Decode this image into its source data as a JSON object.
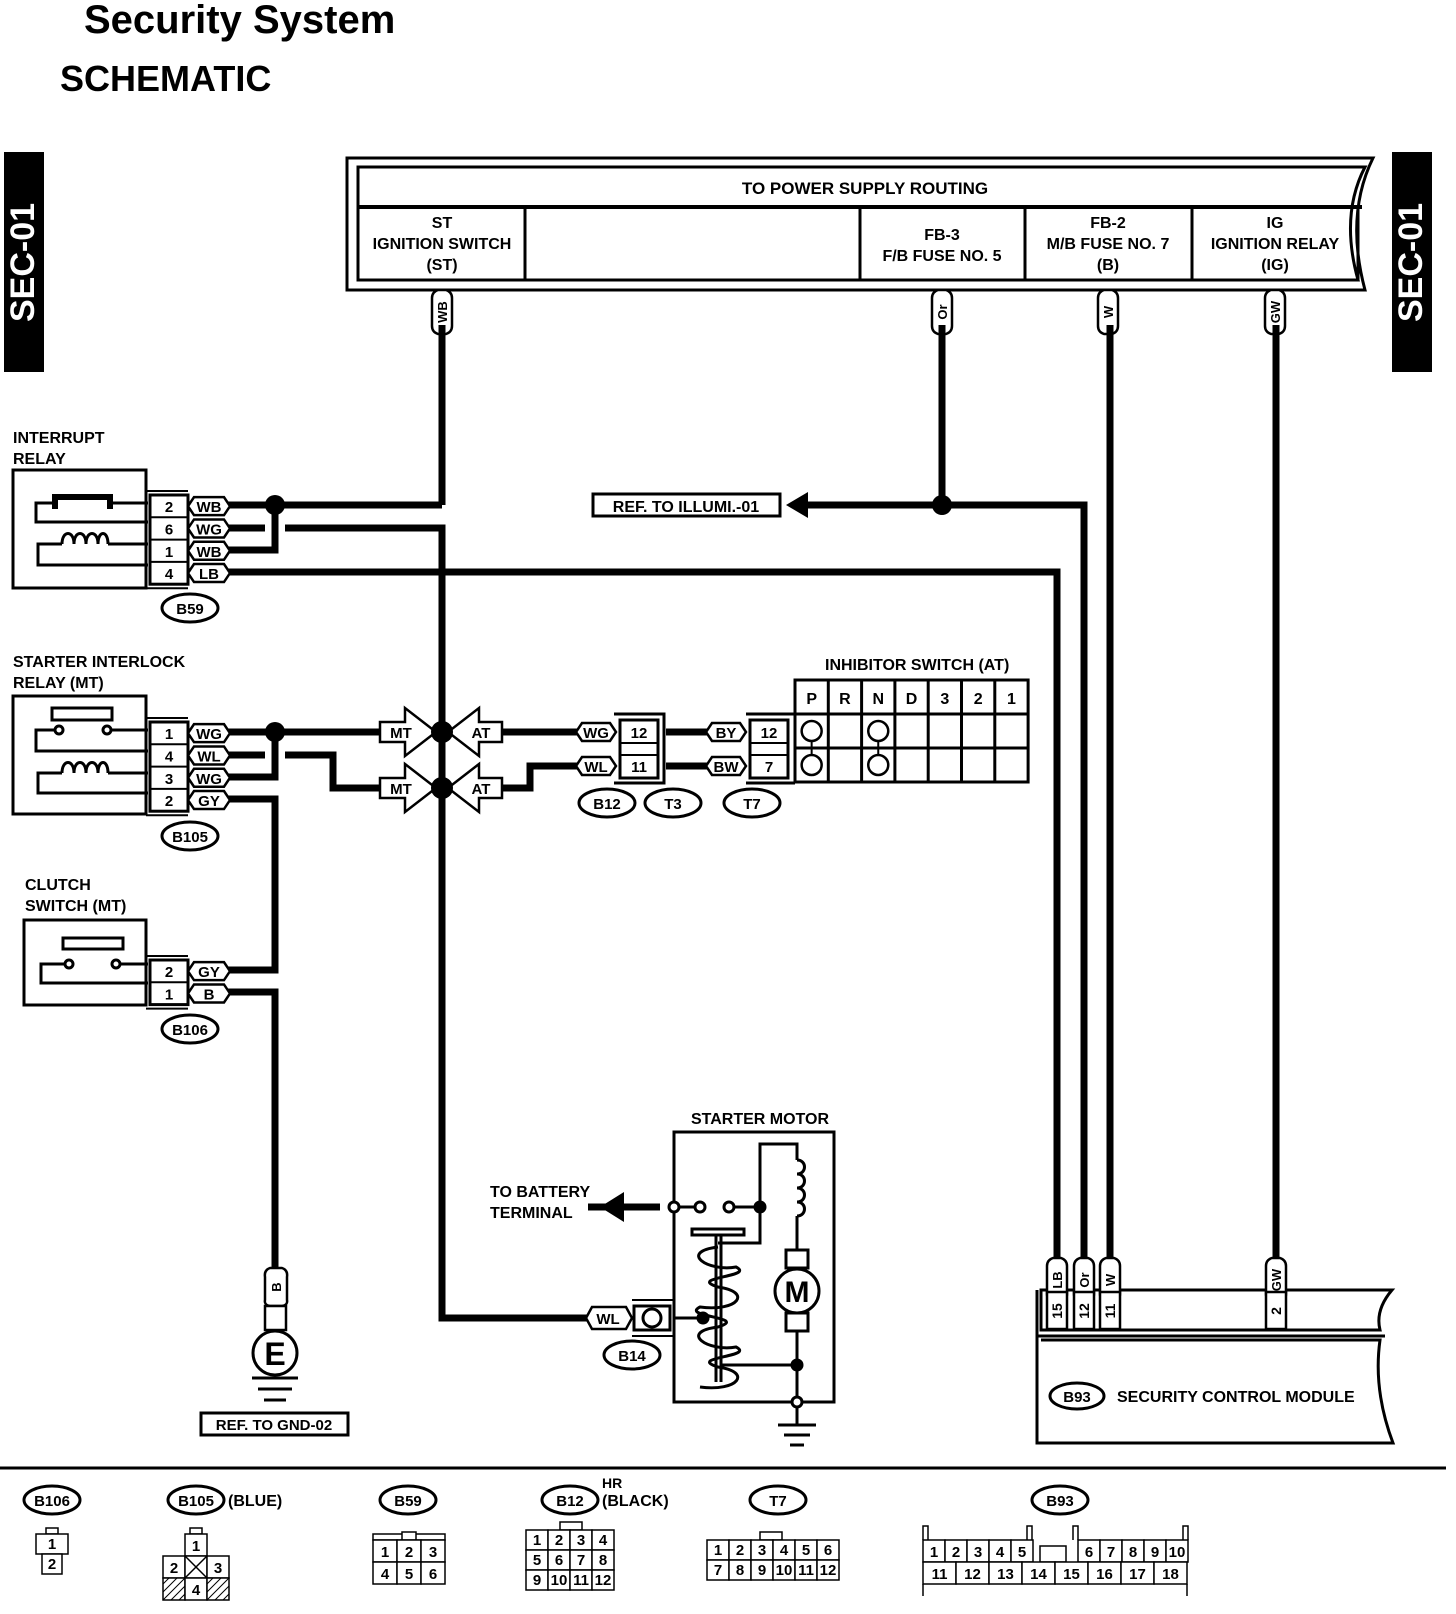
{
  "header": {
    "title": "Security System",
    "subtitle": "SCHEMATIC"
  },
  "side_tabs": {
    "left": "SEC-01",
    "right": "SEC-01"
  },
  "power_supply": {
    "title": "TO POWER SUPPLY ROUTING",
    "cells": [
      {
        "lines": [
          "ST",
          "IGNITION SWITCH",
          "(ST)"
        ],
        "wire": "WB"
      },
      {
        "lines": [],
        "wire": ""
      },
      {
        "lines": [
          "FB-3",
          "F/B FUSE NO. 5"
        ],
        "wire": "Or"
      },
      {
        "lines": [
          "FB-2",
          "M/B FUSE NO. 7",
          "(B)"
        ],
        "wire": "W"
      },
      {
        "lines": [
          "IG",
          "IGNITION RELAY",
          "(IG)"
        ],
        "wire": "GW"
      }
    ]
  },
  "interrupt_relay": {
    "label_lines": [
      "INTERRUPT",
      "RELAY"
    ],
    "connector": "B59",
    "pins": [
      {
        "pin": "2",
        "wire": "WB"
      },
      {
        "pin": "6",
        "wire": "WG"
      },
      {
        "pin": "1",
        "wire": "WB"
      },
      {
        "pin": "4",
        "wire": "LB"
      }
    ]
  },
  "ref_illumi": "REF. TO ILLUMI.-01",
  "starter_interlock_relay": {
    "label_lines": [
      "STARTER INTERLOCK",
      "RELAY (MT)"
    ],
    "connector": "B105",
    "pins": [
      {
        "pin": "1",
        "wire": "WG"
      },
      {
        "pin": "4",
        "wire": "WL"
      },
      {
        "pin": "3",
        "wire": "WG"
      },
      {
        "pin": "2",
        "wire": "GY"
      }
    ]
  },
  "mt_at_junctions": [
    {
      "left": "MT",
      "right": "AT"
    },
    {
      "left": "MT",
      "right": "AT"
    }
  ],
  "b12_connector": {
    "connectors": [
      "B12",
      "T3"
    ],
    "pins": [
      {
        "pin": "12",
        "wire": "WG"
      },
      {
        "pin": "11",
        "wire": "WL"
      }
    ]
  },
  "t7_connector": {
    "connector": "T7",
    "pins": [
      {
        "pin": "12",
        "wire": "BY"
      },
      {
        "pin": "7",
        "wire": "BW"
      }
    ]
  },
  "inhibitor_switch": {
    "label": "INHIBITOR SWITCH (AT)",
    "positions": [
      "P",
      "R",
      "N",
      "D",
      "3",
      "2",
      "1"
    ],
    "closed_positions": [
      "P",
      "N"
    ]
  },
  "clutch_switch": {
    "label_lines": [
      "CLUTCH",
      "SWITCH (MT)"
    ],
    "connector": "B106",
    "pins": [
      {
        "pin": "2",
        "wire": "GY"
      },
      {
        "pin": "1",
        "wire": "B"
      }
    ]
  },
  "ground": {
    "wire": "B",
    "symbol": "E",
    "ref": "REF. TO GND-02"
  },
  "starter_motor": {
    "label": "STARTER MOTOR",
    "battery_label_lines": [
      "TO BATTERY",
      "TERMINAL"
    ],
    "motor_symbol": "M",
    "connector": "B14",
    "wire": "WL"
  },
  "security_control_module": {
    "connector": "B93",
    "label": "SECURITY CONTROL MODULE",
    "pins": [
      {
        "pin": "15",
        "wire": "LB"
      },
      {
        "pin": "12",
        "wire": "Or"
      },
      {
        "pin": "11",
        "wire": "W"
      },
      {
        "pin": "2",
        "wire": "GW"
      }
    ]
  },
  "connector_views": [
    {
      "id": "B106",
      "note": "",
      "rows": [
        [
          "1"
        ],
        [
          "2"
        ]
      ]
    },
    {
      "id": "B105",
      "note": "(BLUE)",
      "rows": [
        [
          "1"
        ],
        [
          "2",
          "X",
          "3"
        ],
        [
          "",
          "4",
          ""
        ]
      ]
    },
    {
      "id": "B59",
      "note": "",
      "rows": [
        [
          "1",
          "2",
          "3"
        ],
        [
          "4",
          "5",
          "6"
        ]
      ]
    },
    {
      "id": "B12",
      "note": "(BLACK)",
      "note_top": "HR",
      "rows": [
        [
          "1",
          "2",
          "3",
          "4"
        ],
        [
          "5",
          "6",
          "7",
          "8"
        ],
        [
          "9",
          "10",
          "11",
          "12"
        ]
      ]
    },
    {
      "id": "T7",
      "note": "",
      "rows": [
        [
          "1",
          "2",
          "3",
          "4",
          "5",
          "6"
        ],
        [
          "7",
          "8",
          "9",
          "10",
          "11",
          "12"
        ]
      ]
    },
    {
      "id": "B93",
      "note": "",
      "rows": [
        [
          "1",
          "2",
          "3",
          "4",
          "5",
          "6",
          "7",
          "8",
          "9",
          "10"
        ],
        [
          "11",
          "12",
          "13",
          "14",
          "15",
          "16",
          "17",
          "18"
        ]
      ]
    }
  ]
}
